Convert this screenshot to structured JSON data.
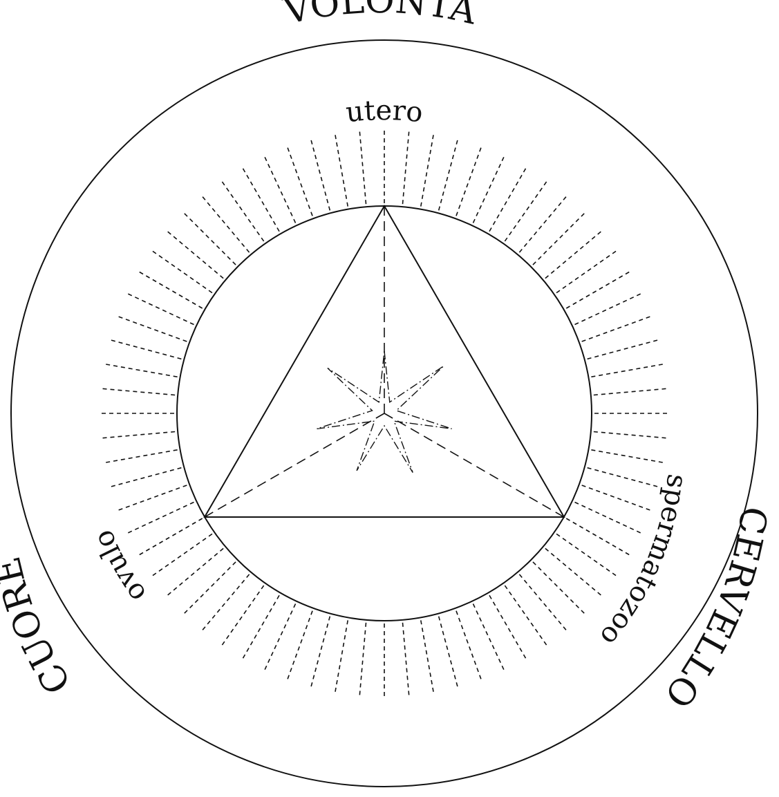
{
  "labels": {
    "top": "VOLONTÀ",
    "right": "CERVELLO",
    "left": "CUORE",
    "inner_top": "utero",
    "inner_right": "spermatozoo",
    "inner_left": "ovulo"
  },
  "colors": {
    "ink": "#111111",
    "background": "#ffffff"
  },
  "rays": {
    "count": 72
  },
  "star": {
    "points": 7
  }
}
